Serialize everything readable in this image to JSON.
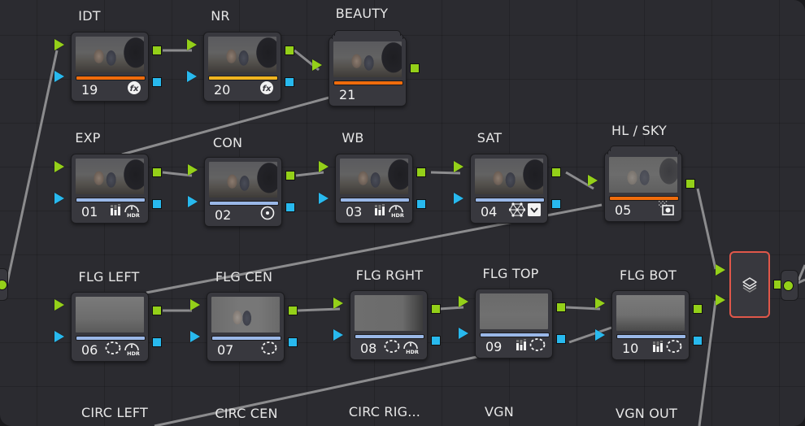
{
  "app": {
    "panel": "Node Editor"
  },
  "colors": {
    "rgb_port": "#94d019",
    "key_port": "#28b9ee",
    "bar_orange": "#f06c0c",
    "bar_yellow": "#f0b520",
    "bar_blue": "#9ab8e8",
    "mixer_border": "#e0574a",
    "canvas_bg": "#2b2b30"
  },
  "nodes": [
    {
      "id": "idt",
      "label": "IDT",
      "number": "19",
      "bar": "orange",
      "thumb": "photo",
      "icons": [
        "fx-icon"
      ],
      "stacked": false
    },
    {
      "id": "nr",
      "label": "NR",
      "number": "20",
      "bar": "yellow",
      "thumb": "photo",
      "icons": [
        "fx-icon"
      ],
      "stacked": false
    },
    {
      "id": "beauty",
      "label": "BEAUTY",
      "number": "21",
      "bar": "orange",
      "thumb": "photo",
      "icons": [],
      "stacked": true
    },
    {
      "id": "exp",
      "label": "EXP",
      "number": "01",
      "bar": "blue",
      "thumb": "photo",
      "icons": [
        "curves-bars-icon",
        "hdr-wheel-icon"
      ],
      "stacked": false
    },
    {
      "id": "con",
      "label": "CON",
      "number": "02",
      "bar": "blue",
      "thumb": "photo",
      "icons": [
        "circle-dot-icon"
      ],
      "stacked": false
    },
    {
      "id": "wb",
      "label": "WB",
      "number": "03",
      "bar": "blue",
      "thumb": "photo",
      "icons": [
        "curves-bars-icon",
        "hdr-wheel-icon"
      ],
      "stacked": false
    },
    {
      "id": "sat",
      "label": "SAT",
      "number": "04",
      "bar": "blue",
      "thumb": "photo",
      "icons": [
        "color-warper-icon",
        "checkbox-icon"
      ],
      "stacked": false
    },
    {
      "id": "hlsky",
      "label": "HL / SKY",
      "number": "05",
      "bar": "orange",
      "thumb": "photolight",
      "icons": [
        "qualifier-icon"
      ],
      "stacked": true
    },
    {
      "id": "flgleft",
      "label": "FLG LEFT",
      "number": "06",
      "bar": "blue",
      "thumb": "grey",
      "icons": [
        "power-window-icon",
        "hdr-wheel-icon"
      ],
      "stacked": false
    },
    {
      "id": "flgcen",
      "label": "FLG CEN",
      "number": "07",
      "bar": "blue",
      "thumb": "photogrey",
      "icons": [
        "power-window-icon"
      ],
      "stacked": false
    },
    {
      "id": "flgrght",
      "label": "FLG RGHT",
      "number": "08",
      "bar": "blue",
      "thumb": "greyfade",
      "icons": [
        "power-window-icon",
        "hdr-wheel-icon"
      ],
      "stacked": false
    },
    {
      "id": "flgtop",
      "label": "FLG TOP",
      "number": "09",
      "bar": "blue",
      "thumb": "greytop",
      "icons": [
        "curves-bars-icon",
        "power-window-icon"
      ],
      "stacked": false
    },
    {
      "id": "flgbot",
      "label": "FLG BOT",
      "number": "10",
      "bar": "blue",
      "thumb": "greybot",
      "icons": [
        "curves-bars-icon",
        "power-window-icon"
      ],
      "stacked": false
    }
  ],
  "bottom_labels": [
    "CIRC LEFT",
    "CIRC CEN",
    "CIRC RIG...",
    "VGN",
    "VGN OUT"
  ],
  "mixer": {
    "icon": "layers-icon",
    "type": "Layer Mixer"
  },
  "icon_text": {
    "hdr": "HDR",
    "fx": "fx"
  }
}
